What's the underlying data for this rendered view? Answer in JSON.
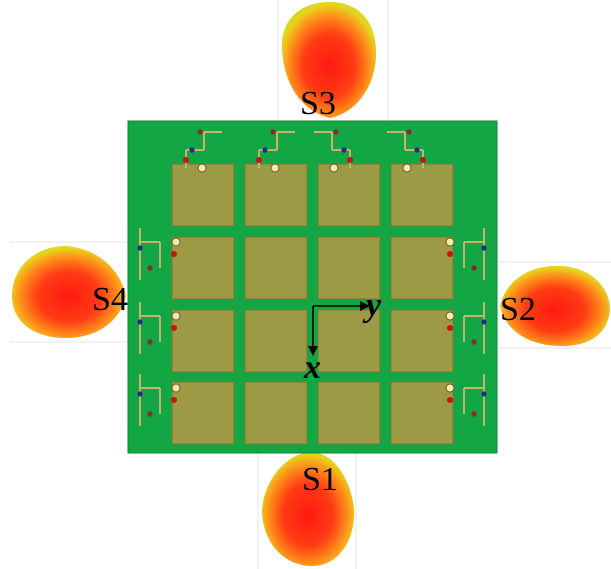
{
  "beams": {
    "s1": {
      "label": "S1"
    },
    "s2": {
      "label": "S2"
    },
    "s3": {
      "label": "S3"
    },
    "s4": {
      "label": "S4"
    }
  },
  "axes": {
    "x_label": "x",
    "y_label": "y"
  },
  "array": {
    "rows": 4,
    "cols": 4
  },
  "colors": {
    "board": "#12a644",
    "board_edge": "#0d8b36",
    "patch": "#9c9a45",
    "patch_edge": "#7b7a30",
    "trace": "#c9b36a",
    "lobe_core": "#ff2a12",
    "lobe_mid": "#ff8a1a",
    "lobe_edge": "#c8e01a"
  }
}
